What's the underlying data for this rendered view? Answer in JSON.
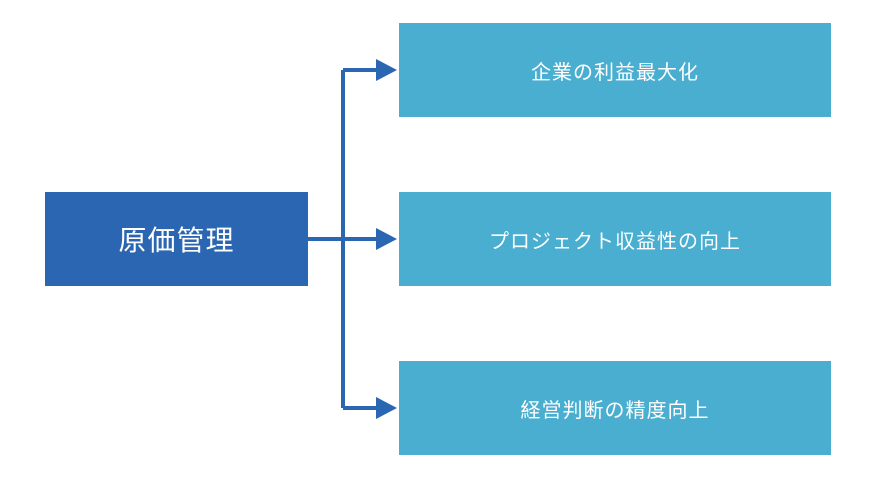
{
  "colors": {
    "root_fill": "#2a66b1",
    "child_fill": "#4aaed0",
    "connector": "#2a66b1",
    "text": "#ffffff"
  },
  "root": {
    "label": "原価管理"
  },
  "children": [
    {
      "label": "企業の利益最大化"
    },
    {
      "label": "プロジェクト収益性の向上"
    },
    {
      "label": "経営判断の精度向上"
    }
  ]
}
